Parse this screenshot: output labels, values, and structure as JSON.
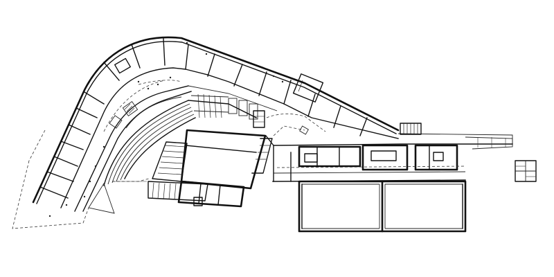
{
  "drawing": {
    "type": "architectural-floor-plan",
    "colors": {
      "background": "#ffffff",
      "line": "#111111"
    },
    "wings": [
      "curved-classroom-wing",
      "auditorium-block",
      "east-corridor",
      "gymnasium-halls",
      "annex-square"
    ]
  }
}
